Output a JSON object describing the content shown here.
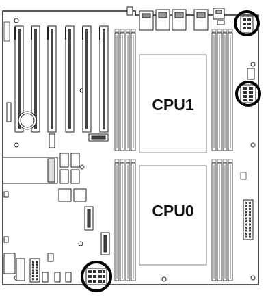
{
  "diagram": {
    "labels": {
      "cpu_top": "CPU1",
      "cpu_bottom": "CPU0"
    },
    "highlights": [
      "rear-io-power-connector",
      "cpu1-power-connector",
      "bottom-power-connector"
    ],
    "colors": {
      "outline": "#222222",
      "highlight_ring": "#000000",
      "board": "#ffffff",
      "slot_fill": "#bdbdbd",
      "dimm_fill": "#d9d9d9"
    }
  }
}
